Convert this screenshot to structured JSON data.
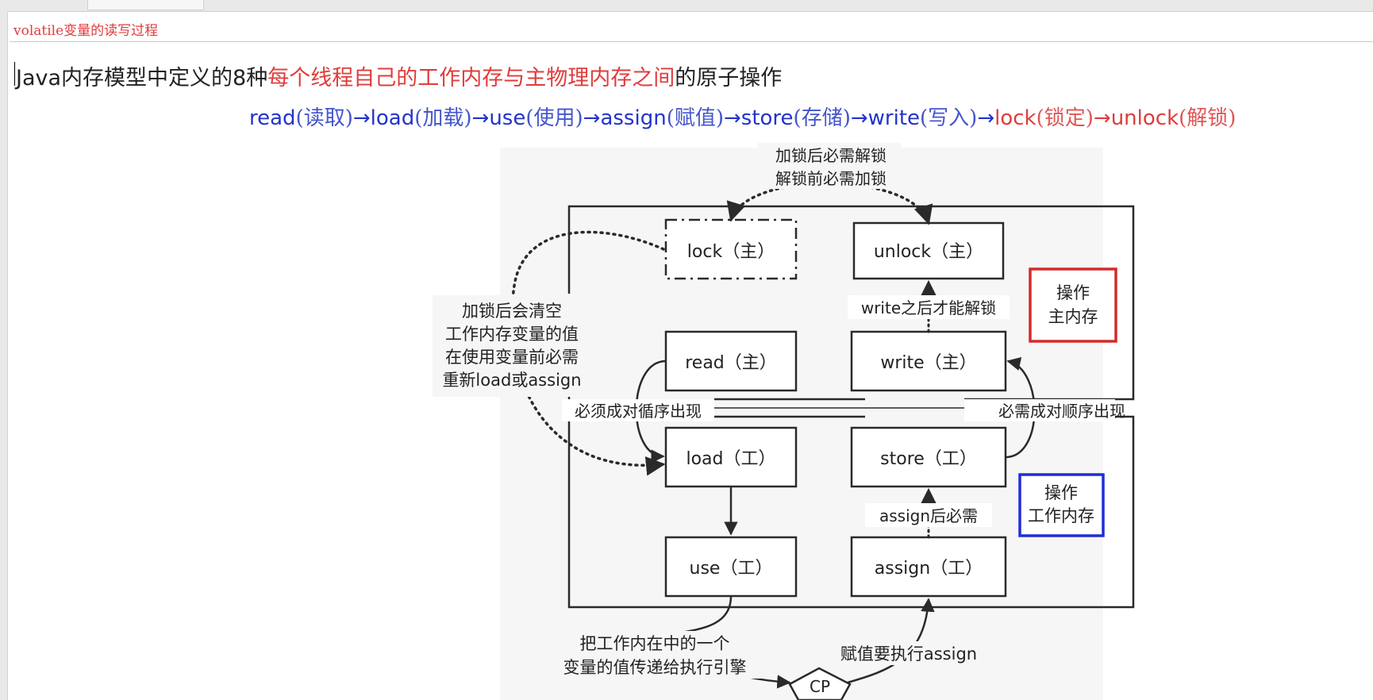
{
  "document": {
    "title": "volatile变量的读写过程"
  },
  "heading": {
    "part1": "Java内存模型中定义的8种",
    "part2": "每个线程自己的工作内存与主物理内存之间",
    "part3": "的原子操作"
  },
  "operations": [
    {
      "name": "read",
      "cn": "(读取)",
      "color": "blue"
    },
    {
      "name": "load",
      "cn": "(加载)",
      "color": "blue"
    },
    {
      "name": "use",
      "cn": "(使用)",
      "color": "blue"
    },
    {
      "name": "assign",
      "cn": "(赋值)",
      "color": "blue"
    },
    {
      "name": "store",
      "cn": "(存储)",
      "color": "blue"
    },
    {
      "name": "write",
      "cn": "(写入)",
      "color": "blue"
    },
    {
      "name": "lock",
      "cn": "(锁定)",
      "color": "red"
    },
    {
      "name": "unlock",
      "cn": "(解锁)",
      "color": "red"
    }
  ],
  "arrow_symbol": "→",
  "diagram": {
    "nodes": {
      "lock": "lock（主）",
      "unlock": "unlock（主）",
      "read": "read（主）",
      "write": "write（主）",
      "load": "load（工）",
      "store": "store（工）",
      "use": "use（工）",
      "assign": "assign（工）",
      "cp": "CP"
    },
    "notes": {
      "lock_unlock_1": "加锁后必需解锁",
      "lock_unlock_2": "解锁前必需加锁",
      "clear_1": "加锁后会清空",
      "clear_2": "工作内存变量的值",
      "clear_3": "在使用变量前必需",
      "clear_4": "重新load或assign",
      "write_unlock": "write之后才能解锁",
      "pair_left": "必须成对循序出现",
      "pair_right": "必需成对顺序出现",
      "assign_store": "assign后必需",
      "use_cp_1": "把工作内在中的一个",
      "use_cp_2": "变量的值传递给执行引擎",
      "cp_assign": "赋值要执行assign"
    },
    "legend": {
      "main_1": "操作",
      "main_2": "主内存",
      "work_1": "操作",
      "work_2": "工作内存"
    },
    "colors": {
      "main_legend": "#d42a2a",
      "work_legend": "#1f2ed6",
      "stroke": "#2a2a2a"
    }
  }
}
